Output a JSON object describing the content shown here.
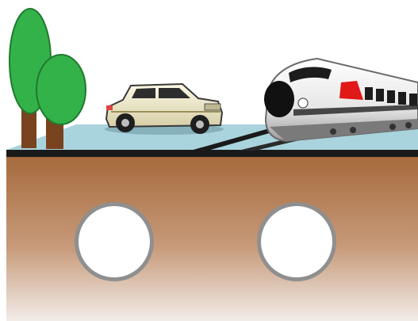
{
  "scene": {
    "objects": [
      {
        "kind": "tree",
        "count": 2
      },
      {
        "kind": "car",
        "color": "#f1ecd0"
      },
      {
        "kind": "high-speed-train",
        "accent": "#e01818"
      },
      {
        "kind": "tunnel-opening",
        "count": 2
      }
    ],
    "colors": {
      "ground_surface": "#a9d3dd",
      "ground_line": "#1a1a1a",
      "soil_top": "#a66a3c",
      "soil_bottom": "#f2ece8",
      "foliage": "#34b24a",
      "trunk": "#7a4320",
      "tunnel_ring": "#8f8f8f",
      "tunnel_inside": "#ffffff"
    }
  }
}
